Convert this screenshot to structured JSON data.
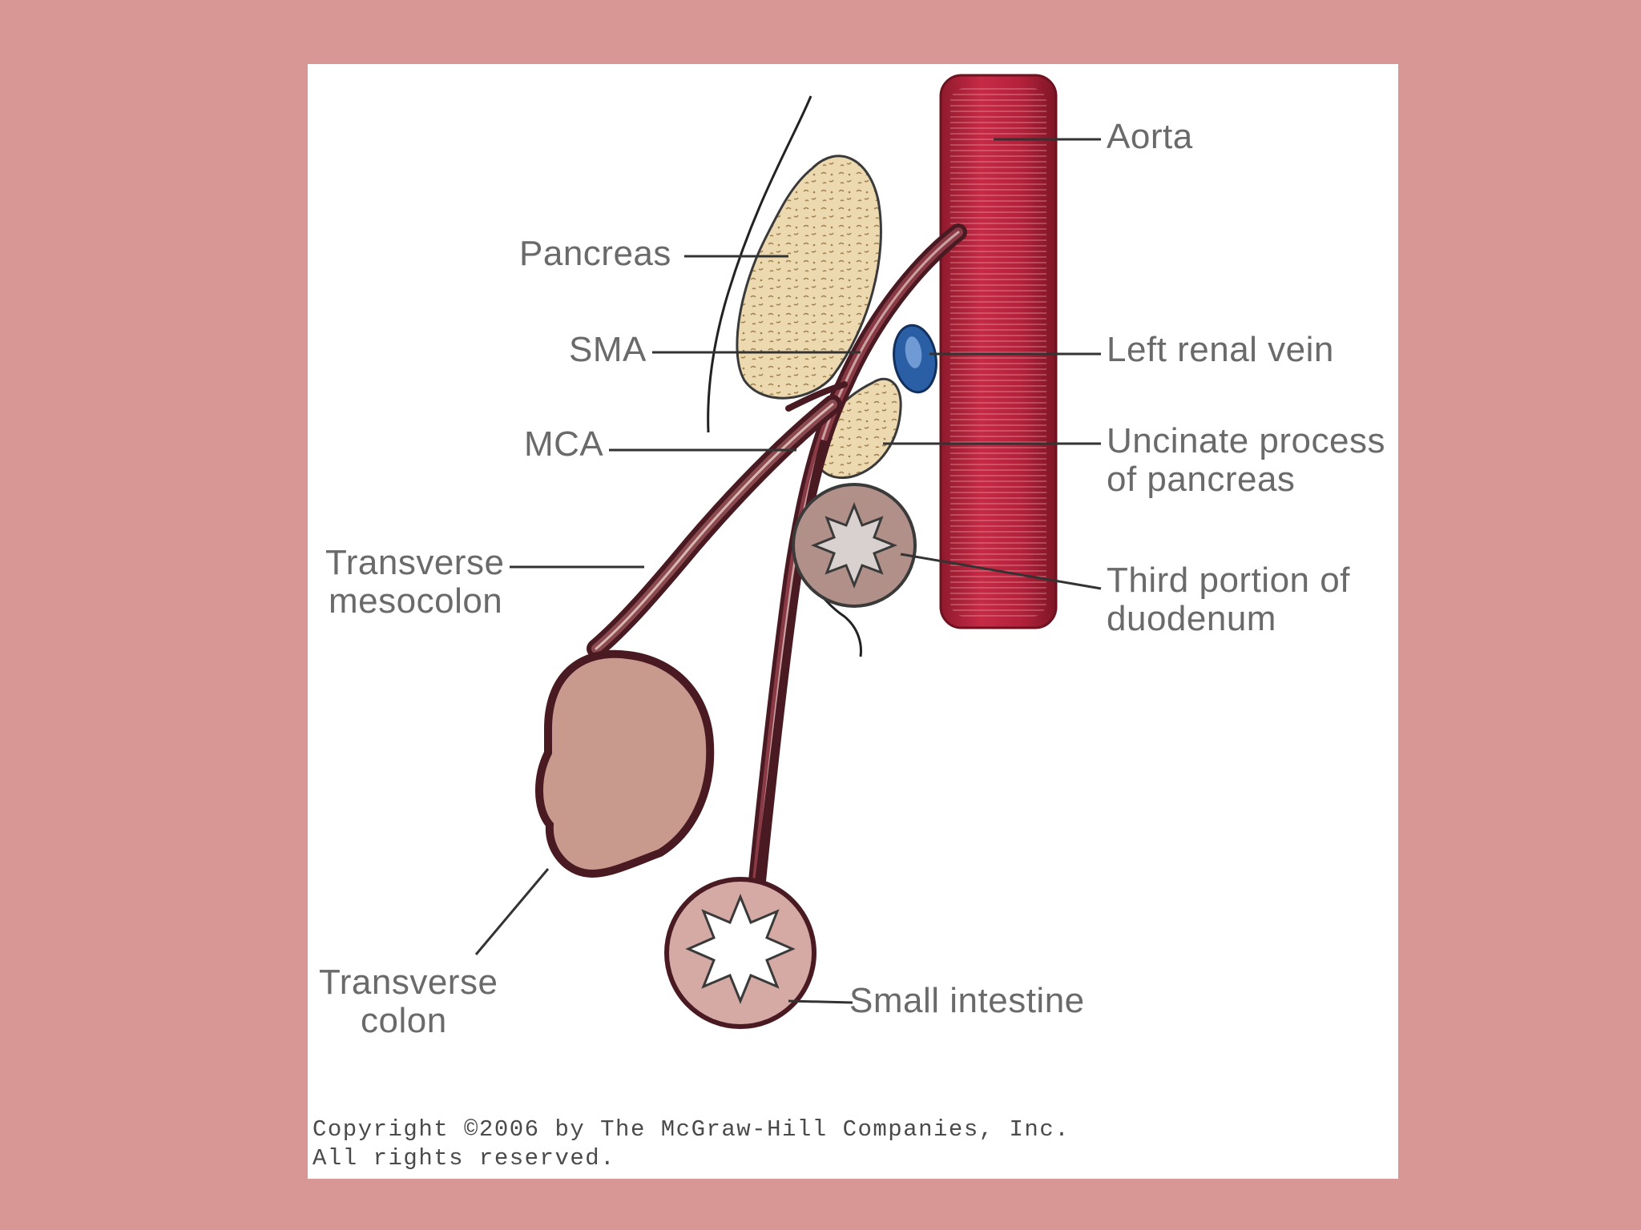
{
  "labels": {
    "aorta": "Aorta",
    "pancreas": "Pancreas",
    "sma": "SMA",
    "left_renal_vein": "Left renal vein",
    "mca": "MCA",
    "uncinate_line1": "Uncinate process",
    "uncinate_line2": "of pancreas",
    "transverse_mesocolon_line1": "Transverse",
    "transverse_mesocolon_line2": "mesocolon",
    "third_portion_line1": "Third portion of",
    "third_portion_line2": "duodenum",
    "transverse_colon_line1": "Transverse",
    "transverse_colon_line2": "colon",
    "small_intestine": "Small intestine"
  },
  "copyright": {
    "line1": "Copyright ©2006 by The McGraw-Hill Companies, Inc.",
    "line2": "All rights reserved."
  },
  "colors": {
    "background": "#d89795",
    "panel": "#ffffff",
    "aorta": "#b3213a",
    "sma_vessel": "#6b2a33",
    "pancreas": "#ecd9b0",
    "left_renal_vein": "#2a5fa5",
    "bowel_tissue": "#c89a8e",
    "label_text": "#6a6a6a",
    "leader_line": "#333333"
  }
}
